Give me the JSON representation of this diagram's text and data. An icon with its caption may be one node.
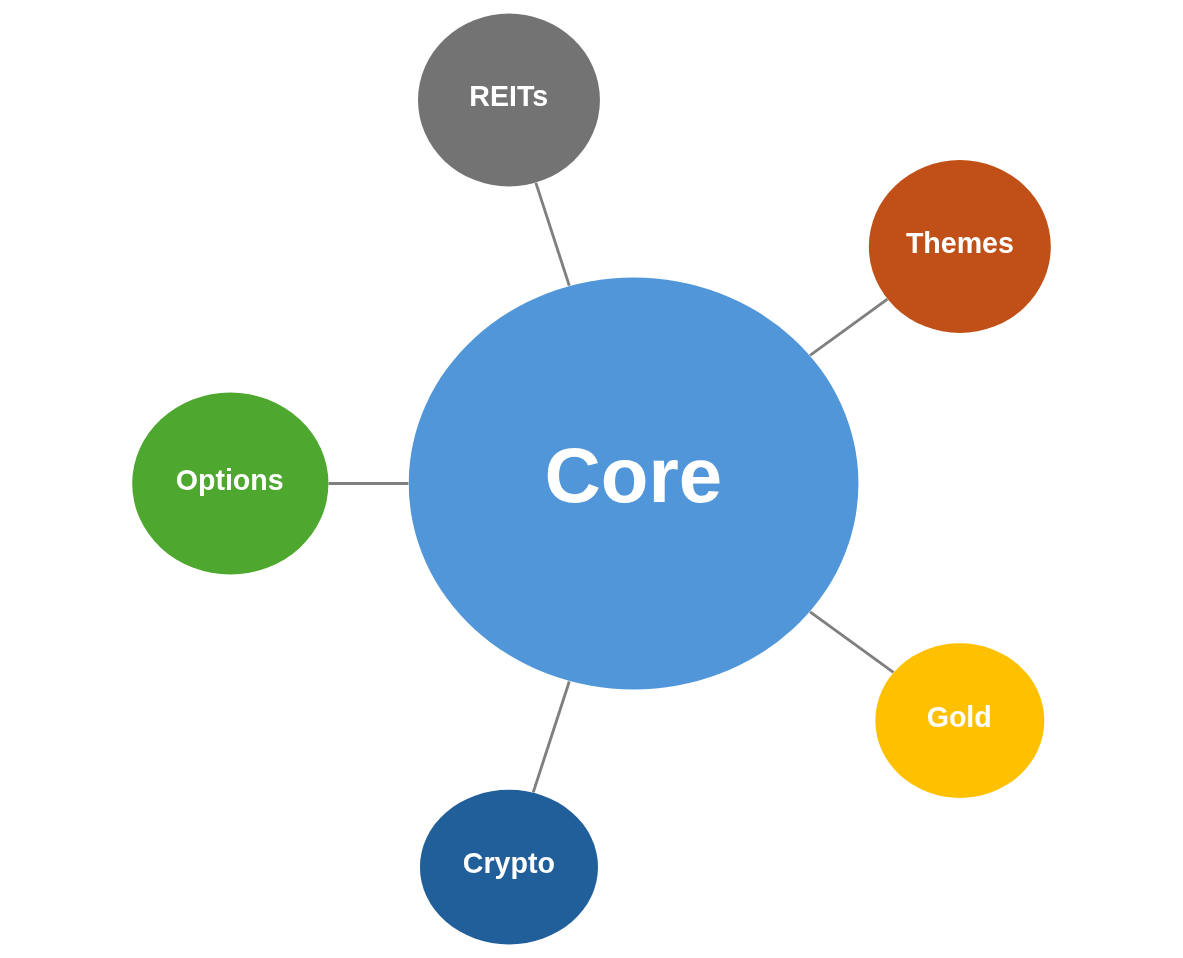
{
  "diagram": {
    "nodes": [
      {
        "text": [
          "REITs"
        ]
      },
      {
        "text": [
          "Options"
        ]
      },
      {
        "text": [
          "Themes"
        ]
      },
      {
        "text": [
          "Core"
        ]
      },
      {
        "text": [
          "Crypto"
        ]
      },
      {
        "text": [
          "Gold"
        ]
      }
    ],
    "edges": [
      {
        "from": 3,
        "to": 0,
        "arrow": "none"
      },
      {
        "from": 3,
        "to": 2,
        "arrow": "none"
      },
      {
        "from": 3,
        "to": 5,
        "arrow": "none"
      },
      {
        "from": 3,
        "to": 4,
        "arrow": "none"
      },
      {
        "from": 3,
        "to": 1,
        "arrow": "none"
      }
    ]
  }
}
